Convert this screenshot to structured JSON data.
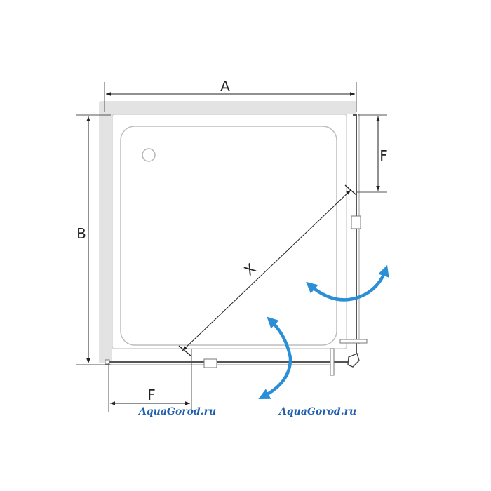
{
  "labels": {
    "width": "A",
    "depth": "B",
    "diagonal": "X",
    "door_offset_top": "F",
    "door_offset_bottom": "F"
  },
  "watermarks": [
    "AquaGorod.ru",
    "AquaGorod.ru"
  ],
  "colors": {
    "wall": "#e3e3e3",
    "line": "#222222",
    "tray": "#cfcfcf",
    "arrow": "#2a8fd6",
    "watermark": "#1f5fb0"
  }
}
